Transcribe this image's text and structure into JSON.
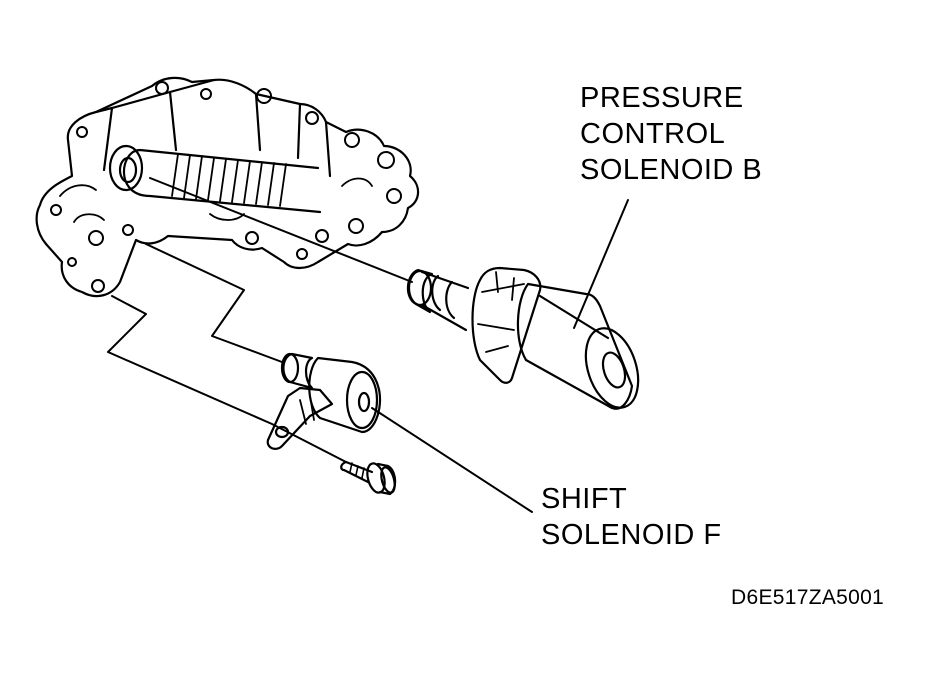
{
  "labels": {
    "pressure_control_solenoid_b": {
      "lines": [
        "PRESSURE",
        "CONTROL",
        "SOLENOID B"
      ]
    },
    "shift_solenoid_f": {
      "lines": [
        "SHIFT",
        "SOLENOID F"
      ]
    }
  },
  "figure_id": "D6E517ZA5001",
  "colors": {
    "ink": "#000000",
    "paper": "#ffffff"
  }
}
